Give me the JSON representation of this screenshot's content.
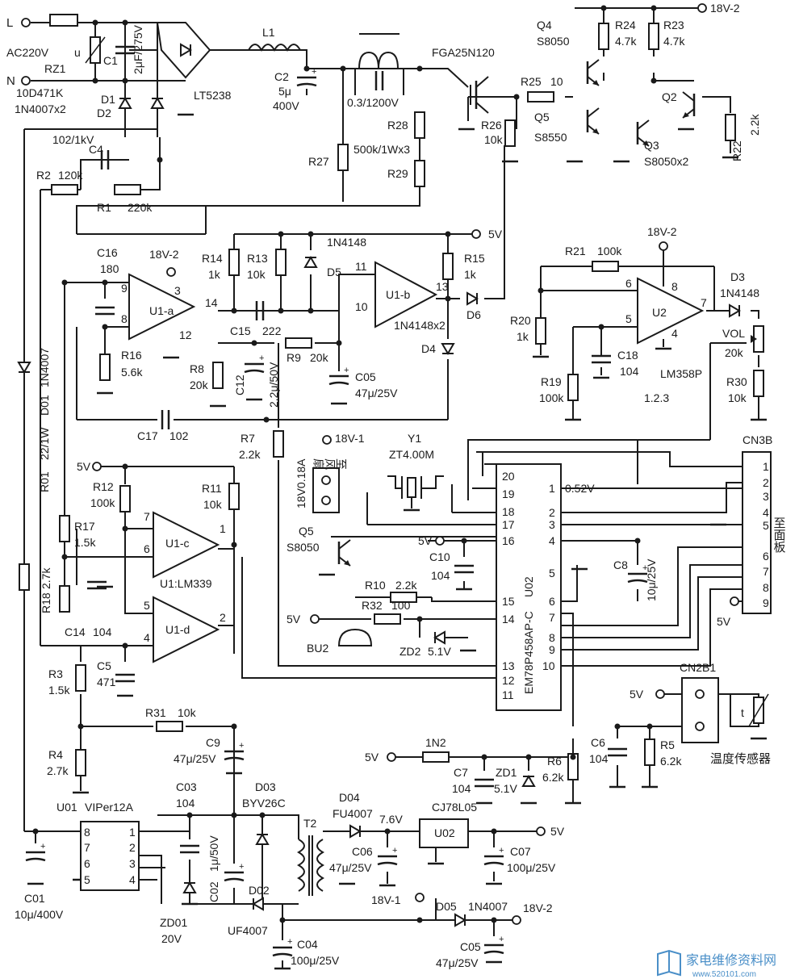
{
  "power_input": {
    "line_L": "L",
    "line_N": "N",
    "voltage": "AC220V"
  },
  "labels": {
    "rz1": "RZ1",
    "rz1_part": "10D471K",
    "u": "u",
    "c1": "C1",
    "c1_value": "2μF/275V",
    "d1": "D1",
    "d2": "D2",
    "d1d2_part": "1N4007x2",
    "bridge": "LT5238",
    "l1": "L1",
    "c2": "C2",
    "c2_v1": "5μ",
    "c2_v2": "400V",
    "coil_cap": "0.3/1200V",
    "igbt": "FGA25N120",
    "c4": "C4",
    "c4_value": "102/1kV",
    "r2": "R2",
    "r2_value": "120k",
    "r1": "R1",
    "r1_value": "220k",
    "r27": "R27",
    "r28": "R28",
    "r29": "R29",
    "r28r29_value": "500k/1Wx3",
    "q4": "Q4",
    "q4_part": "S8050",
    "r24": "R24",
    "r24_value": "4.7k",
    "r23": "R23",
    "r23_value": "4.7k",
    "rail_18v2_top": "18V-2",
    "r25": "R25",
    "r25_value": "10",
    "r26": "R26",
    "r26_value": "10k",
    "q5": "Q5",
    "q5_part": "S8550",
    "q3": "Q3",
    "q3_part": "S8050x2",
    "q2": "Q2",
    "r22": "R22",
    "r22_value": "2.2k",
    "c16": "C16",
    "c16_value": "180",
    "v18_2_a": "18V-2",
    "u1a": "U1-a",
    "u1a_p3": "3",
    "u1a_p9": "9",
    "u1a_p8": "8",
    "u1a_p14": "14",
    "u1a_p12": "12",
    "r16": "R16",
    "r16_value": "5.6k",
    "r14": "R14",
    "r14_value": "1k",
    "r13": "R13",
    "r13_value": "10k",
    "d5": "D5",
    "d5_part": "1N4148",
    "c15": "C15",
    "c15_value": "222",
    "r8": "R8",
    "r8_value": "20k",
    "c12": "C12",
    "c12_value": "2.2μ/50V",
    "r9": "R9",
    "r9_value": "20k",
    "u1b": "U1-b",
    "u1b_p11": "11",
    "u1b_p10": "10",
    "u1b_p13": "13",
    "r15": "R15",
    "r15_value": "1k",
    "v5_top": "5V",
    "d6": "D6",
    "d4": "D4",
    "d46_part": "1N4148x2",
    "c05": "C05",
    "c05_value": "47μ/25V",
    "c17": "C17",
    "c17_value": "102",
    "r21": "R21",
    "r21_value": "100k",
    "v18_2_b": "18V-2",
    "u2": "U2",
    "u2_p6": "6",
    "u2_p5": "5",
    "u2_p8": "8",
    "u2_p4": "4",
    "u2_p7": "7",
    "d3": "D3",
    "d3_part": "1N4148",
    "vol": "VOL",
    "vol_value": "20k",
    "r20": "R20",
    "r20_value": "1k",
    "c18": "C18",
    "c18_value": "104",
    "r19": "R19",
    "r19_value": "100k",
    "lm358": "LM358P",
    "lm358_pins": "1.2.3",
    "r30": "R30",
    "r30_value": "10k",
    "r01": "R01",
    "r01_value": "22/1W",
    "d01": "D01",
    "d01_part": "1N4007",
    "r7": "R7",
    "r7_value": "2.2k",
    "v18_1_fan": "18V-1",
    "y1": "Y1",
    "y1_part": "ZT4.00M",
    "fan_rating": "18V0.18A",
    "fan_note": "至风扇",
    "q5b": "Q5",
    "q5b_part": "S8050",
    "mcu": "EM78P458AP-C",
    "mcu_ref": "U02",
    "v5_c": "5V",
    "r12": "R12",
    "r12_value": "100k",
    "r11": "R11",
    "r11_value": "10k",
    "u1c": "U1-c",
    "u1c_p7": "7",
    "u1c_p6": "6",
    "u1c_p1": "1",
    "u1d": "U1-d",
    "u1d_p5": "5",
    "u1d_p4": "4",
    "u1d_p2": "2",
    "lm339": "U1:LM339",
    "r17": "R17",
    "r17_value": "1.5k",
    "r18": "R18",
    "r18_value": "2.7k",
    "c14": "C14",
    "c14_value": "104",
    "r3": "R3",
    "r3_value": "1.5k",
    "c5": "C5",
    "c5_value": "471",
    "r4": "R4",
    "r4_value": "2.7k",
    "r31": "R31",
    "r31_value": "10k",
    "c9": "C9",
    "c9_value": "47μ/25V",
    "v5_mcu": "5V",
    "c10": "C10",
    "c10_value": "104",
    "r10": "R10",
    "r10_value": "2.2k",
    "v5_bu": "5V",
    "r32": "R32",
    "r32_value": "100",
    "bu2": "BU2",
    "zd2": "ZD2",
    "zd2_value": "5.1V",
    "c8": "C8",
    "c8_value": "10μ/25V",
    "pin_voltage": "0.52V",
    "cn3b": "CN3B",
    "panel_note": "至面板",
    "v5_panel": "5V",
    "cn2b1": "CN2B1",
    "v5_sensor": "5V",
    "t": "t",
    "sensor_note": "温度传感器",
    "c6": "C6",
    "c6_value": "104",
    "r5": "R5",
    "r5_value": "6.2k",
    "v5_zd1": "5V",
    "in2": "1N2",
    "c7": "C7",
    "c7_value": "104",
    "zd1": "ZD1",
    "zd1_value": "5.1V",
    "r6": "R6",
    "r6_value": "6.2k",
    "u01": "U01",
    "u01_part": "VIPer12A",
    "c03": "C03",
    "c03_value": "104",
    "d03": "D03",
    "d03_part": "BYV26C",
    "t2": "T2",
    "c02": "C02",
    "c02_value": "1μ/50V",
    "d04": "D04",
    "d04_part": "FU4007",
    "v76": "7.6V",
    "reg": "CJ78L05",
    "reg_ref": "U02",
    "v5_out": "5V",
    "c06": "C06",
    "c06_value": "47μ/25V",
    "c07": "C07",
    "c07_value": "100μ/25V",
    "c01": "C01",
    "c01_value": "10μ/400V",
    "zd01": "ZD01",
    "zd01_value": "20V",
    "d02": "D02",
    "d02_part": "UF4007",
    "v18_1": "18V-1",
    "d05": "D05",
    "d05_part": "1N4007",
    "v18_2": "18V-2",
    "c04": "C04",
    "c04_value": "100μ/25V",
    "c05b": "C05",
    "c05b_value": "47μ/25V"
  },
  "mcu_pins_left": [
    "20",
    "19",
    "18",
    "17",
    "16",
    "15",
    "14",
    "13",
    "12",
    "11"
  ],
  "mcu_pins_right": [
    "1",
    "2",
    "3",
    "4",
    "5",
    "6",
    "7",
    "8",
    "9",
    "10"
  ],
  "cn3b_pins": [
    "1",
    "2",
    "3",
    "4",
    "5",
    "6",
    "7",
    "8",
    "9"
  ],
  "viper_pins_left": [
    "8",
    "7",
    "6",
    "5"
  ],
  "viper_pins_right": [
    "1",
    "2",
    "3",
    "4"
  ],
  "watermark": {
    "brand": "家电维修资料网",
    "url": "www.520101.com",
    "color": "#4a8fc8"
  }
}
